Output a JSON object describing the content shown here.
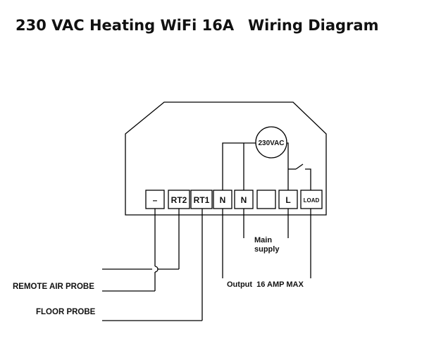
{
  "title": {
    "main": "230 VAC Heating WiFi 16A",
    "diagram": "Wiring Diagram"
  },
  "device": {
    "supply_label": "230VAC",
    "terminals": [
      "–",
      "RT2",
      "RT1",
      "N",
      "N",
      "",
      "L",
      "LOAD"
    ]
  },
  "labels": {
    "main_supply_line1": "Main",
    "main_supply_line2": "supply",
    "output": "Output  16 AMP MAX",
    "remote_air_probe": "REMOTE AIR PROBE",
    "floor_probe": "FLOOR PROBE"
  }
}
